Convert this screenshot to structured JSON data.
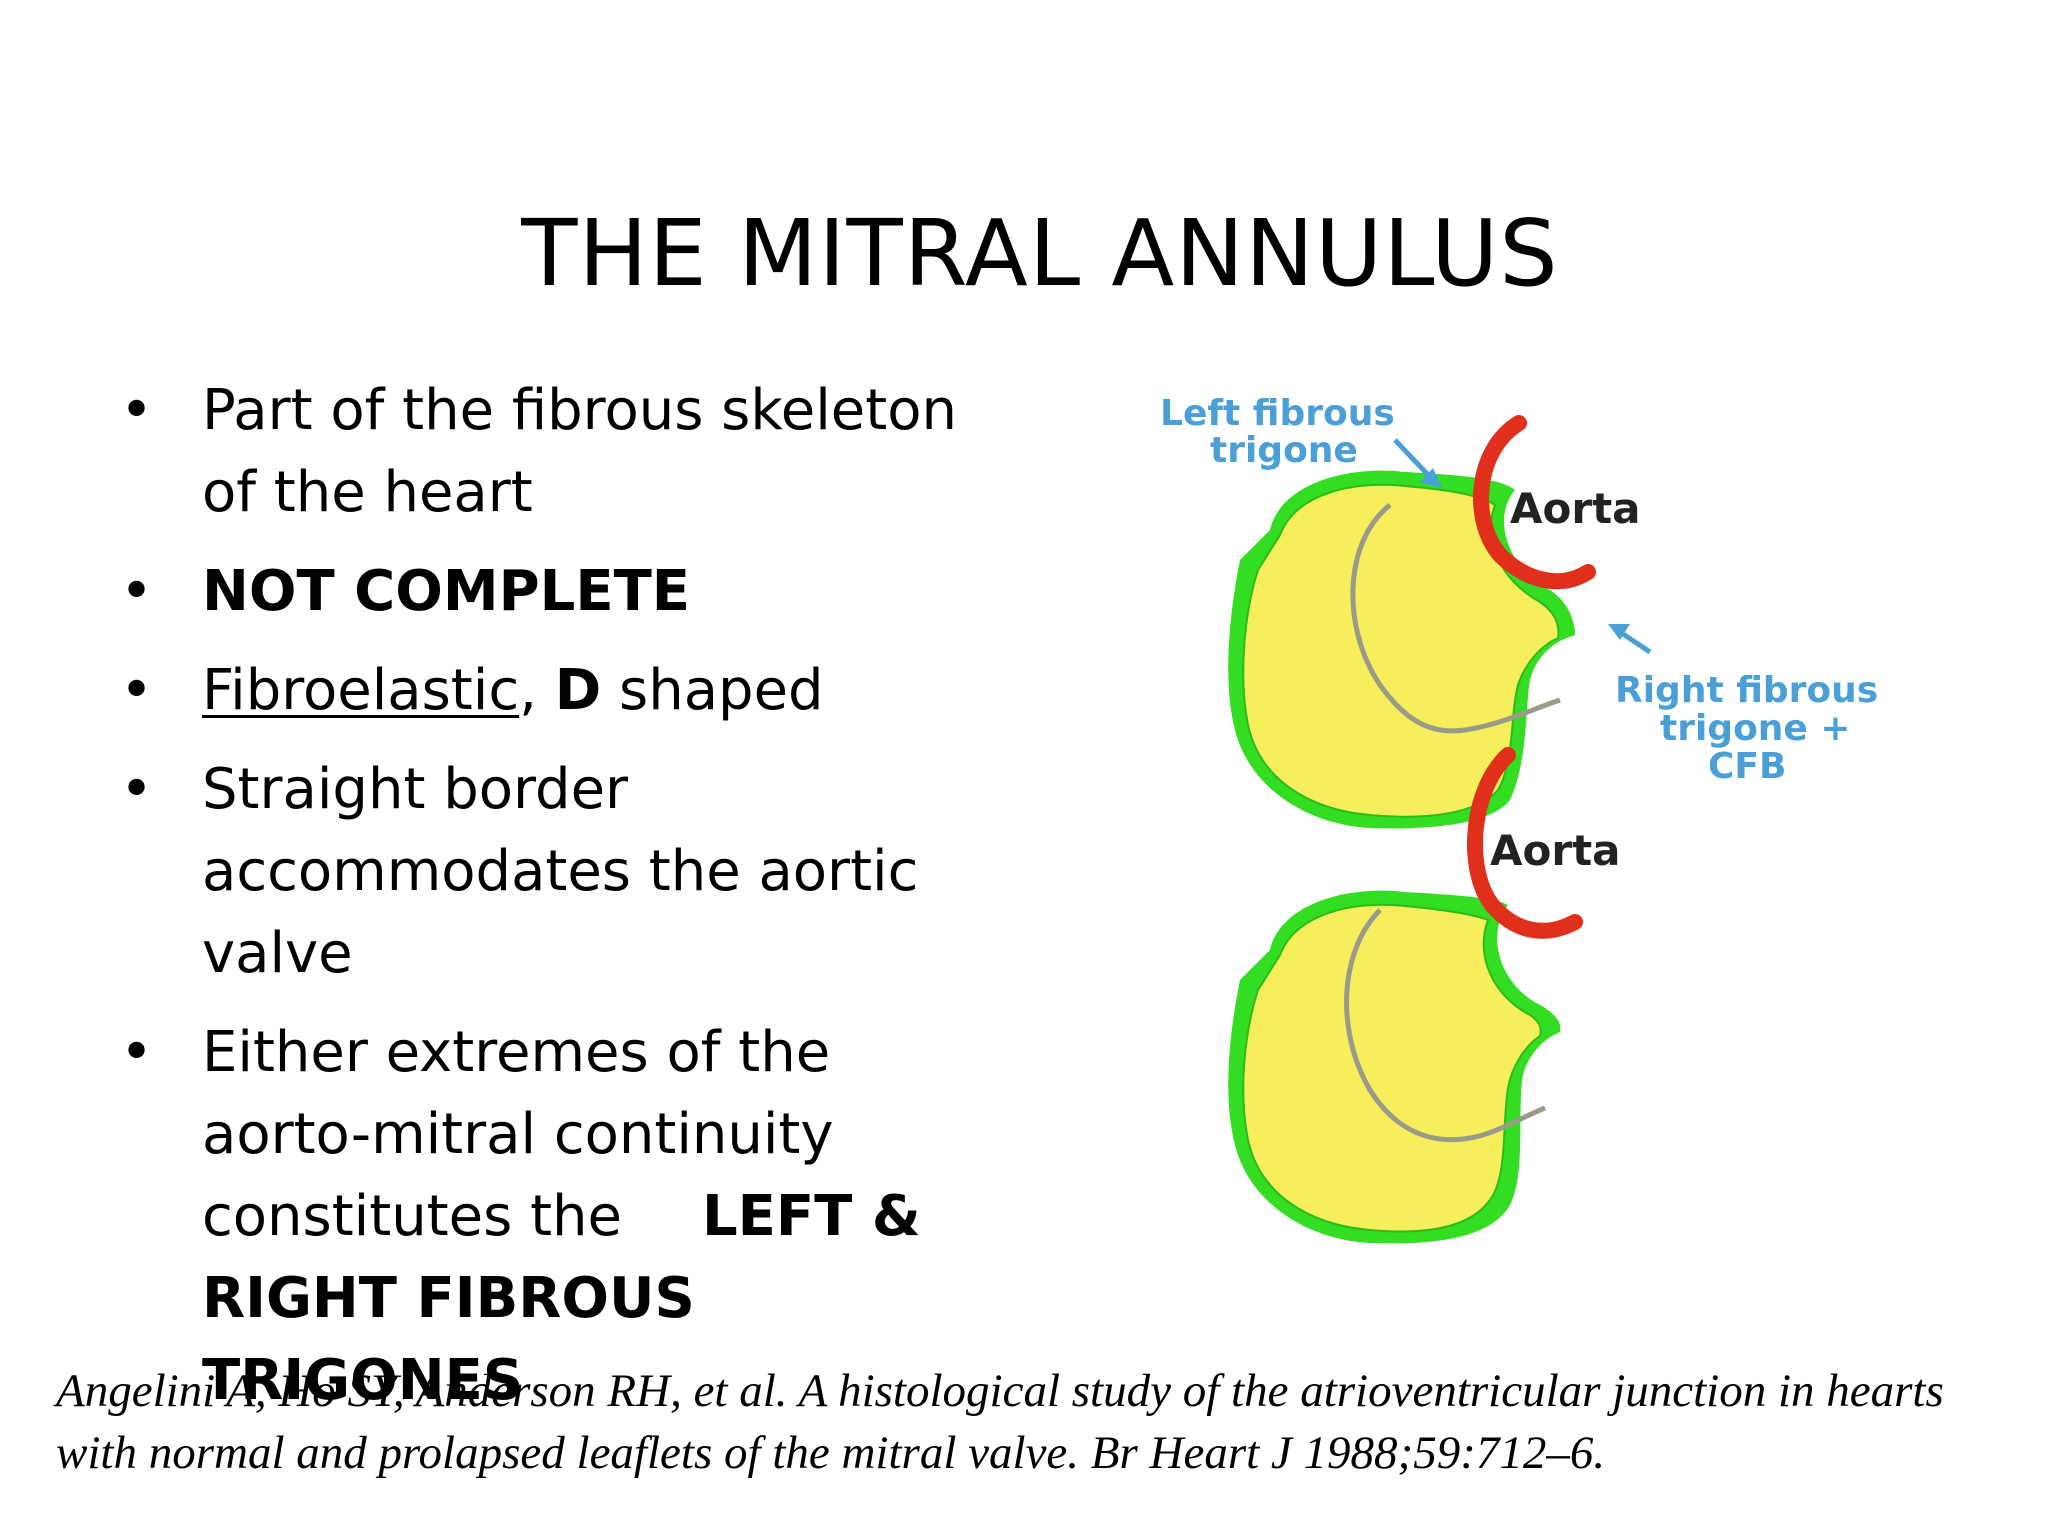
{
  "slide": {
    "title": "THE MITRAL ANNULUS",
    "bullet_symbol": "•",
    "bullets": {
      "b1": {
        "text": "Part of the fibrous skeleton of the heart"
      },
      "b2": {
        "text": "NOT COMPLETE"
      },
      "b3": {
        "underlined": "Fibroelastic",
        "comma": ",",
        "bold": "D",
        "rest": "shaped"
      },
      "b4": {
        "text": "Straight border accommodates the aortic valve"
      },
      "b5": {
        "text": "Either extremes of the aorto-mitral continuity constitutes the",
        "bold": "LEFT & RIGHT FIBROUS TRIGONES"
      }
    },
    "citation": "Angelini A, Ho SY, Anderson RH, et al. A histological study of  the atrioventricular junction in hearts with normal and prolapsed leaflets of  the mitral valve. Br Heart J 1988;59:712–6."
  },
  "figure": {
    "top_diagram": {
      "label_aorta": "Aorta",
      "label_left_trigone_1": "Left fibrous",
      "label_left_trigone_2": "trigone",
      "label_right_trigone_1": "Right fibrous",
      "label_right_trigone_2": "trigone +",
      "label_right_trigone_3": "CFB"
    },
    "bottom_diagram": {
      "label_aorta": "Aorta"
    },
    "colors": {
      "annulus_fill": "#f6ee5a",
      "fibrous_green": "#33dd22",
      "aorta_red": "#e0301c",
      "label_blue": "#4a9fd6",
      "leaflet_line": "#9a9a8a"
    }
  }
}
